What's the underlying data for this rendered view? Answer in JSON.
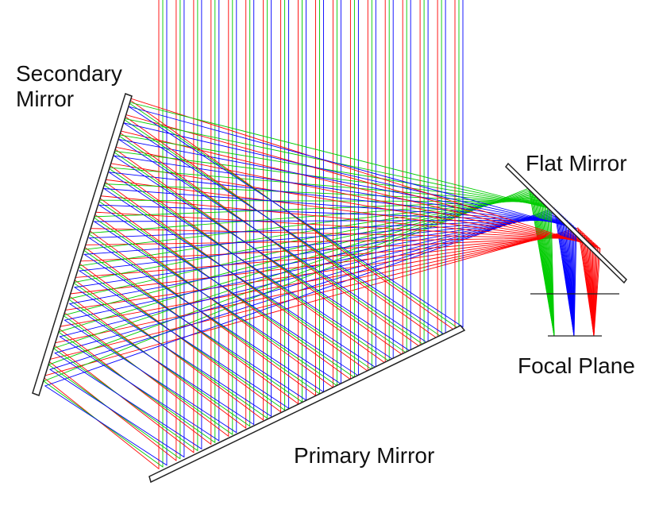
{
  "labels": {
    "secondary_line1": "Secondary",
    "secondary_line2": "Mirror",
    "flat": "Flat Mirror",
    "focal": "Focal Plane",
    "primary": "Primary Mirror"
  },
  "ray_colors": {
    "red": "#ff0000",
    "green": "#00cc00",
    "blue": "#0000ff"
  },
  "mirror_color": "#222222"
}
